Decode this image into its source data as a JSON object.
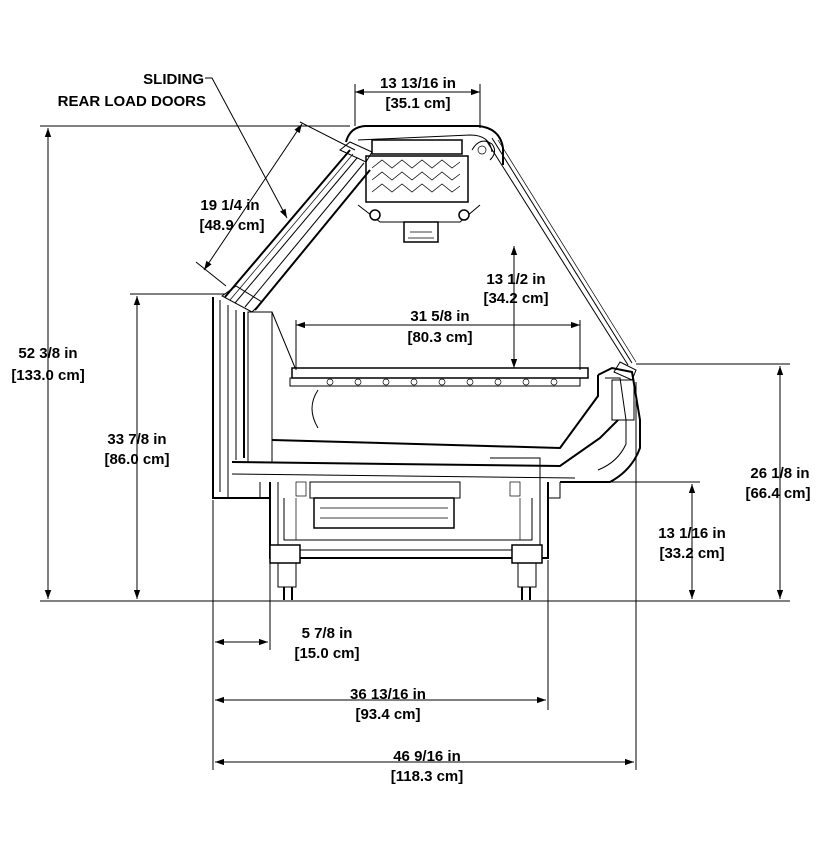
{
  "labels": {
    "doors_line1": "SLIDING",
    "doors_line2": "REAR LOAD DOORS"
  },
  "dimensions": {
    "top_width": {
      "imperial": "13 13/16 in",
      "metric": "[35.1 cm]"
    },
    "door_length": {
      "imperial": "19 1/4 in",
      "metric": "[48.9 cm]"
    },
    "shelf_height": {
      "imperial": "13 1/2 in",
      "metric": "[34.2 cm]"
    },
    "shelf_width": {
      "imperial": "31 5/8 in",
      "metric": "[80.3 cm]"
    },
    "overall_height": {
      "imperial": "52 3/8 in",
      "metric": "[133.0 cm]"
    },
    "rear_height": {
      "imperial": "33 7/8 in",
      "metric": "[86.0 cm]"
    },
    "front_height": {
      "imperial": "26 1/8 in",
      "metric": "[66.4 cm]"
    },
    "base_height": {
      "imperial": "13 1/16 in",
      "metric": "[33.2 cm]"
    },
    "rear_offset": {
      "imperial": "5 7/8 in",
      "metric": "[15.0 cm]"
    },
    "base_width": {
      "imperial": "36 13/16 in",
      "metric": "[93.4 cm]"
    },
    "overall_width": {
      "imperial": "46 9/16 in",
      "metric": "[118.3 cm]"
    }
  }
}
